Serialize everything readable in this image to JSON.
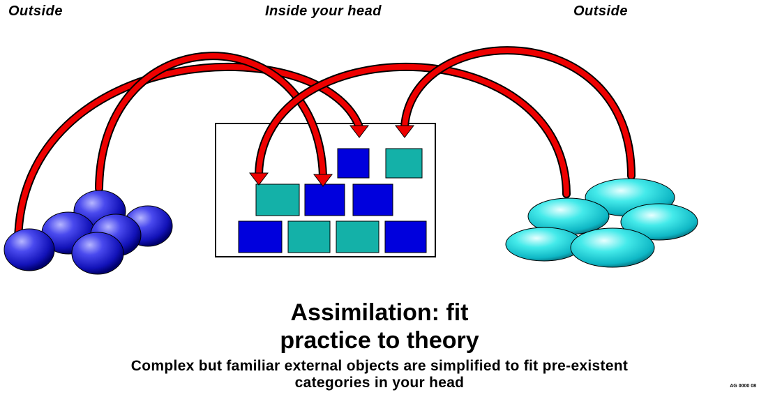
{
  "labels": {
    "left_outside": "Outside",
    "middle_inside": "Inside your head",
    "right_outside": "Outside"
  },
  "caption": {
    "title_line1": "Assimilation: fit",
    "title_line2": "practice to theory",
    "description_line1": "Complex but familiar external objects are simplified to fit pre-existent",
    "description_line2": "categories in your head"
  },
  "footer_code": "AG 0000 08",
  "colors": {
    "arrow": "#ee0000",
    "dark_blue": "#0000dd",
    "teal": "#14b1a8",
    "sphere_blue": "#2a2ad6",
    "sphere_cyan": "#22dede",
    "box_border": "#000000"
  }
}
